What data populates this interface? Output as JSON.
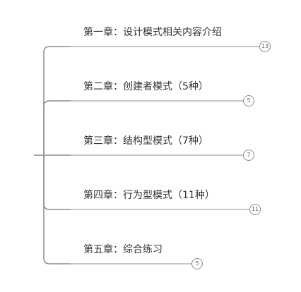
{
  "mindmap": {
    "line_color": "#8c8c8c",
    "branches": [
      {
        "label": "第一章：设计模式相关内容介绍",
        "count": "13"
      },
      {
        "label": "第二章：创建者模式（5种）",
        "count": "5"
      },
      {
        "label": "第三章：结构型模式（7种）",
        "count": "7"
      },
      {
        "label": "第四章：行为型模式（11种）",
        "count": "11"
      },
      {
        "label": "第五章：综合练习",
        "count": "5"
      }
    ]
  }
}
